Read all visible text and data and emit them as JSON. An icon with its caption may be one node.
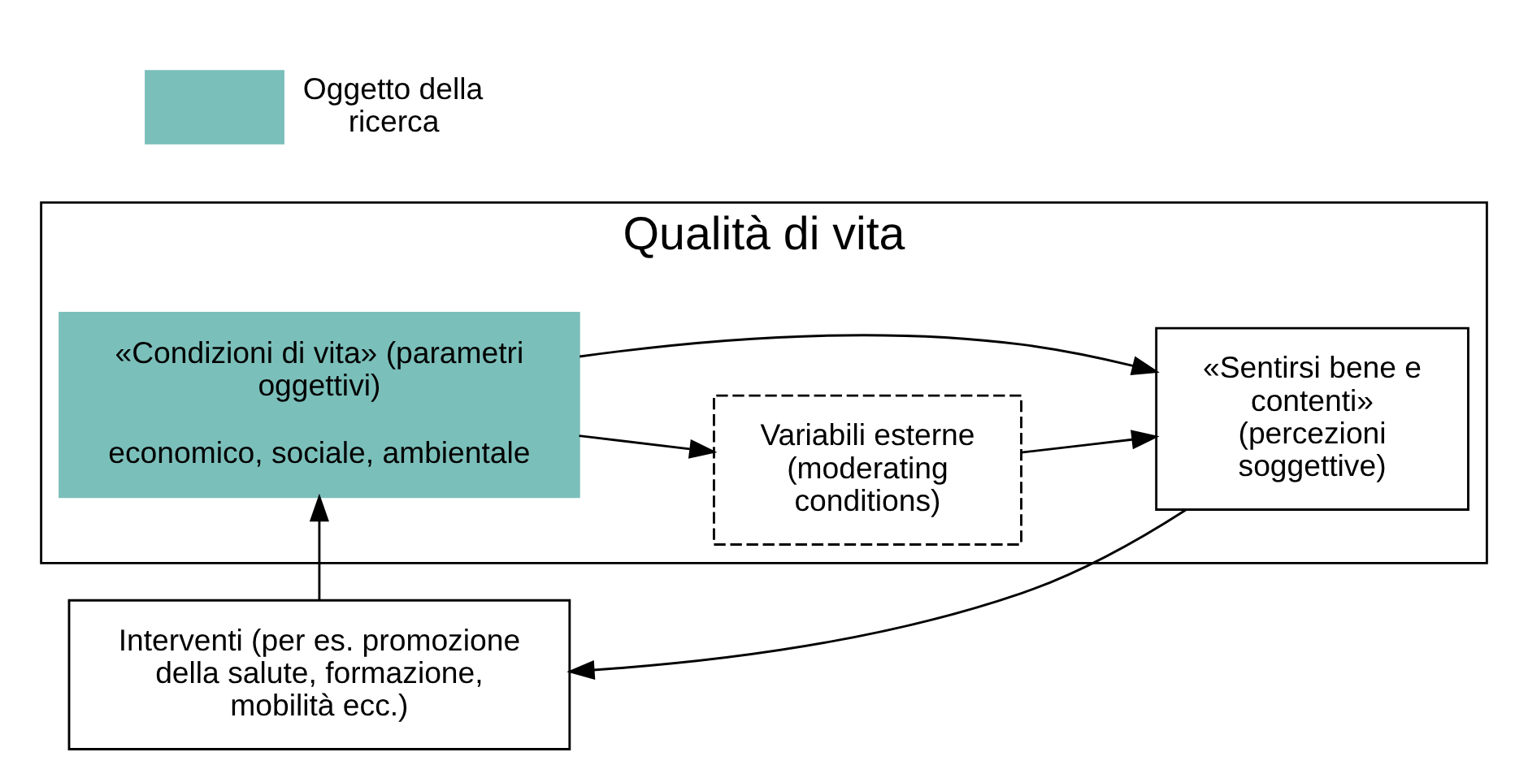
{
  "diagram": {
    "nodes": [
      {
        "text": [
          "Qualità di vita"
        ]
      },
      {
        "text": [
          "«Condizioni di vita» (parametri oggettivi)",
          "economico, sociale, ambientale"
        ],
        "in": 0
      },
      {
        "text": [
          "Variabili esterne (moderating conditions)"
        ],
        "in": 0
      },
      {
        "text": [
          "«Sentirsi bene e contenti» (percezioni soggettive)"
        ],
        "in": 0
      },
      {
        "text": [
          "Interventi (per es. promozione della salute, formazione, mobilità ecc.)"
        ]
      }
    ],
    "edges": [
      {
        "from": 1,
        "to": 3,
        "arrow": "to"
      },
      {
        "from": 1,
        "to": 2,
        "arrow": "to"
      },
      {
        "from": 2,
        "to": 3,
        "arrow": "to"
      },
      {
        "from": 3,
        "to": 4,
        "arrow": "to"
      },
      {
        "from": 4,
        "to": 1,
        "arrow": "to"
      }
    ],
    "legend": [
      {
        "text": "Oggetto della ricerca",
        "color": "#7bbfba"
      }
    ]
  }
}
